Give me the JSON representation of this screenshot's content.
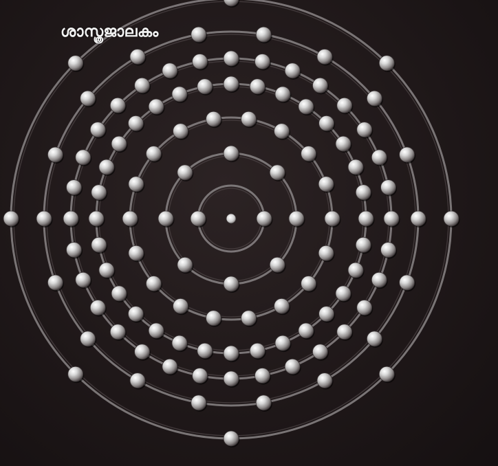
{
  "watermark": {
    "text": "ശാസ്ത്രജാലകം"
  },
  "diagram": {
    "subject": "atom-shell-model",
    "shells": [
      {
        "shell": 1,
        "electrons": 2
      },
      {
        "shell": 2,
        "electrons": 8
      },
      {
        "shell": 3,
        "electrons": 18
      },
      {
        "shell": 4,
        "electrons": 32
      },
      {
        "shell": 5,
        "electrons": 32
      },
      {
        "shell": 6,
        "electrons": 18
      },
      {
        "shell": 7,
        "electrons": 8
      }
    ],
    "colors": {
      "background": "#1f1819",
      "ring": "#8a8586",
      "electron": "#d8d8d8",
      "nucleus": "#e6e6e6"
    }
  }
}
